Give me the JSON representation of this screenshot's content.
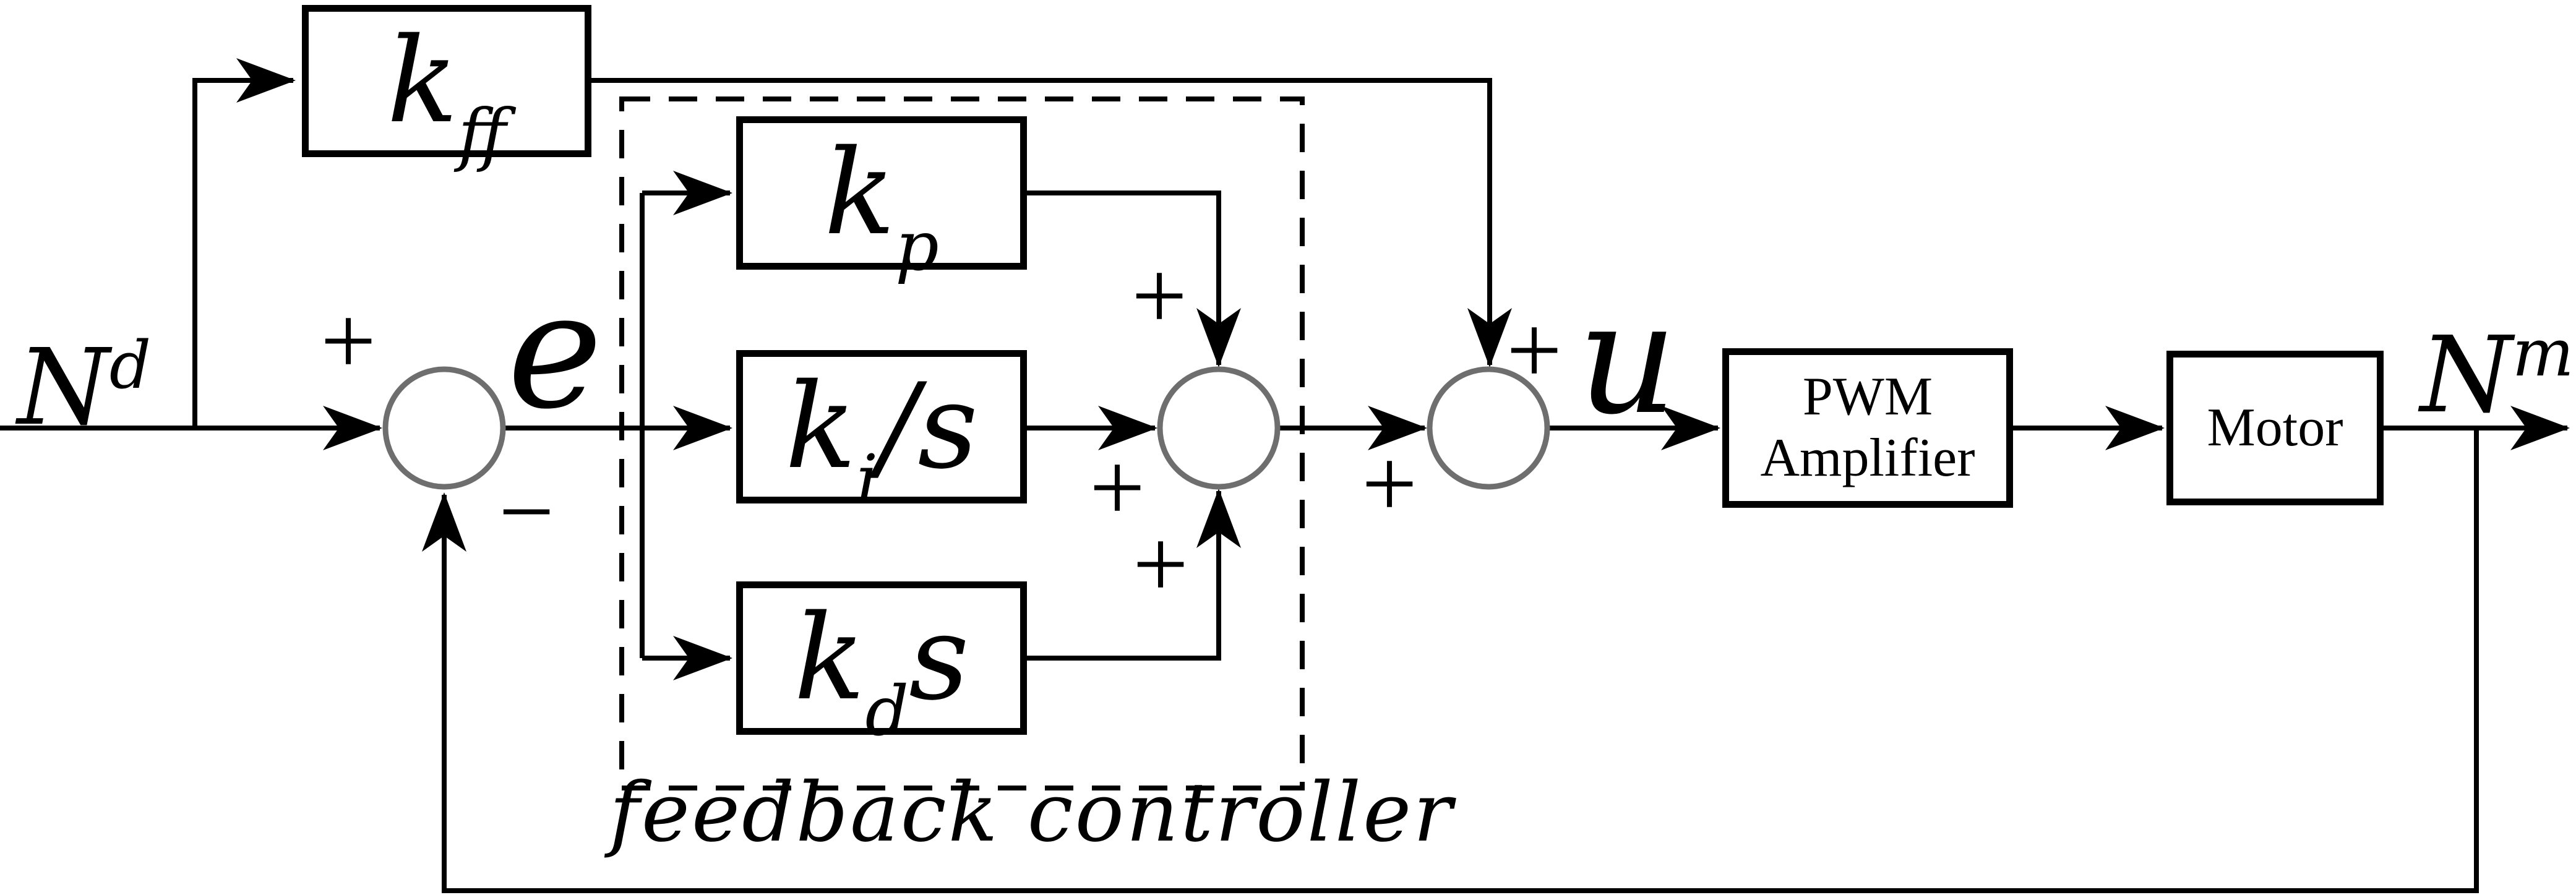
{
  "signals": {
    "input_base": "N",
    "input_sup": "d",
    "error": "e",
    "control": "u",
    "output_base": "N",
    "output_sup": "m"
  },
  "blocks": {
    "kff_base": "k",
    "kff_sub": "ff",
    "kp_base": "k",
    "kp_sub": "p",
    "ki_base": "k",
    "ki_sub": "i",
    "ki_suffix": "/s",
    "kd_base": "k",
    "kd_sub": "d",
    "kd_suffix": "s",
    "pwm_line1": "PWM",
    "pwm_line2": "Amplifier",
    "motor_label": "Motor"
  },
  "signs": {
    "plus": "+",
    "minus": "−"
  },
  "caption": "feedback controller",
  "colors": {
    "line": "#000000",
    "junction_stroke": "#6e6e6e",
    "background": "#ffffff"
  }
}
